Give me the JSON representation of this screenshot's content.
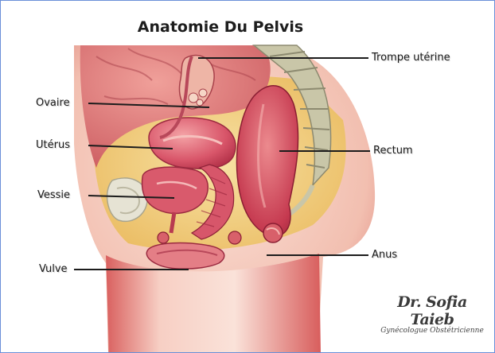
{
  "title": "Anatomie Du Pelvis",
  "labels": {
    "trompe": "Trompe utérine",
    "ovaire": "Ovaire",
    "uterus": "Utérus",
    "rectum": "Rectum",
    "vessie": "Vessie",
    "anus": "Anus",
    "vulve": "Vulve"
  },
  "signature": {
    "name": "Dr. Sofia Taieb",
    "subtitle": "Gynécologue Obstétricienne"
  },
  "colors": {
    "frame": "#6a8fd8",
    "skin": "#f2c2b4",
    "tissue": "#d9485a",
    "fat": "#f3d27e",
    "bone": "#c9c6a8"
  }
}
